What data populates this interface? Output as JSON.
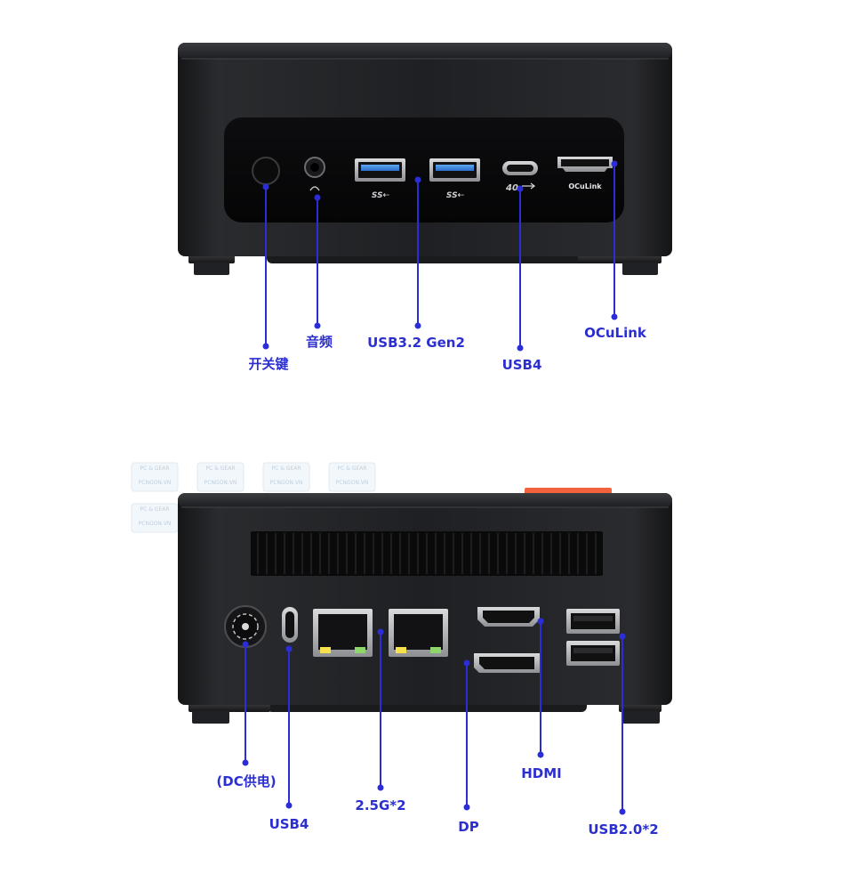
{
  "front": {
    "labels": {
      "power": "开关键",
      "audio": "音频",
      "usb32": "USB3.2 Gen2",
      "usb4": "USB4",
      "oculink": "OCuLink"
    },
    "port_text": {
      "ss1": "SS⇠",
      "ss2": "SS⇠",
      "usb4_badge": "40",
      "oculink_print": "OCuLink"
    }
  },
  "rear": {
    "labels": {
      "dc": "(DC供电)",
      "usb4": "USB4",
      "lan": "2.5G*2",
      "dp": "DP",
      "hdmi": "HDMI",
      "usb20": "USB2.0*2"
    }
  },
  "watermark": {
    "line1": "PC & GEAR",
    "line2": "PCNGON.VN"
  },
  "colors": {
    "label": "#2c2fd0",
    "leader": "#2b2ed6",
    "chassis": "#1e1f22",
    "usb_blue": "#2f7fd8",
    "accent_orange": "#f2613e"
  }
}
